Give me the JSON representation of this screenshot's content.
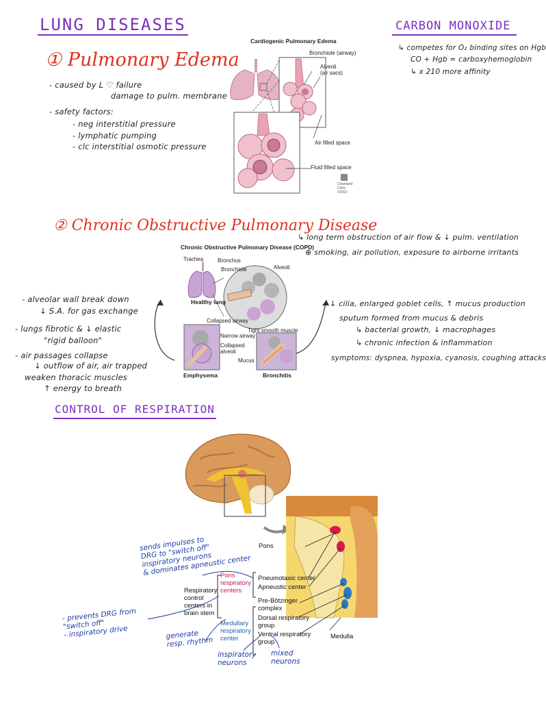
{
  "header": {
    "title": "LUNG DISEASES",
    "co_title": "CARBON MONOXIDE"
  },
  "co": {
    "lines": [
      "↳ competes for O₂ binding sites on Hgb",
      "CO + Hgb = carboxyhemoglobin",
      "↳ x 210 more affinity"
    ]
  },
  "edema": {
    "heading": "① Pulmonary Edema",
    "caused_by": [
      "- caused by L ♡ failure",
      "damage to pulm. membrane"
    ],
    "safety_title": "- safety factors:",
    "safety": [
      "- neg interstitial pressure",
      "- lymphatic pumping",
      "- clc interstitial osmotic pressure"
    ],
    "fig": {
      "title": "Cardiogenic Pulmonary Edema",
      "bronchiole": "Bronchiole (airway)",
      "alveoli": "Alveoli\n(air sacs)",
      "air": "Air filled space",
      "fluid": "Fluid filled space",
      "credit": "Cleveland\nClinic\n©2022"
    }
  },
  "copd": {
    "heading": "② Chronic Obstructive Pulmonary Disease",
    "desc": [
      "↳ long term obstruction of air flow & ↓ pulm. ventilation",
      "⊕ smoking, air pollution, exposure to airborne irritants"
    ],
    "left": [
      "- alveolar wall break down",
      "↓ S.A. for gas exchange",
      "- lungs fibrotic & ↓ elastic",
      "\"rigid balloon\"",
      "- air passages collapse",
      "↓ outflow of air, air trapped",
      "weaken thoracic muscles",
      "↑ energy to breath"
    ],
    "right": [
      "↓ cilia, enlarged goblet cells, ↑ mucus production",
      "sputum formed from mucus & debris",
      "↳ bacterial growth, ↓ macrophages",
      "↳ chronic infection & inflammation",
      "symptoms: dyspnea, hypoxia, cyanosis, coughing attacks"
    ],
    "fig": {
      "title": "Chronic Obstructive Pulmonary Disease (COPD)",
      "trachea": "Trachea",
      "bronchus": "Bronchus",
      "bronchiole": "Bronchiole",
      "alveoli": "Alveoli",
      "healthy": "Healthy lung",
      "collapsed_airway": "Collapsed airway",
      "collapsed_alveoli": "Collapsed\nalveoli",
      "tight": "Tight smooth muscle",
      "narrow": "Narrow airway",
      "mucus": "Mucus",
      "emphysema": "Emphysema",
      "bronchitis": "Bronchitis"
    }
  },
  "control": {
    "heading": "CONTROL OF RESPIRATION",
    "fig": {
      "pons": "Pons",
      "pons_centers": "Pons\nrespiratory\ncenters",
      "pneumotaxic": "Pneumotaxic center",
      "apneustic": "Apneustic center",
      "resp_control": "Respiratory\ncontrol\ncenters in\nbrain stem",
      "pre_botz": "Pre-Bötzinger\ncomplex",
      "medullary": "Medullary\nrespiratory\ncenter",
      "dorsal": "Dorsal respiratory\ngroup",
      "ventral": "Ventral respiratory\ngroup",
      "medulla": "Medulla"
    },
    "notes": {
      "sends": "sends impulses to\nDRG to \"switch off\"\ninspiratory neurons\n& dominates apneustic center",
      "prevents": "- prevents DRG from\n\"switch off\"\n- inspiratory drive",
      "generate": "generate\nresp. rhythm",
      "insp": "inspiratory\nneurons",
      "mixed": "mixed\nneurons"
    }
  },
  "colors": {
    "purple": "#7a2fbf",
    "red": "#e0301e",
    "blue": "#1c3aa8",
    "pink": "#e8a4b4",
    "magenta": "#c2185b"
  }
}
